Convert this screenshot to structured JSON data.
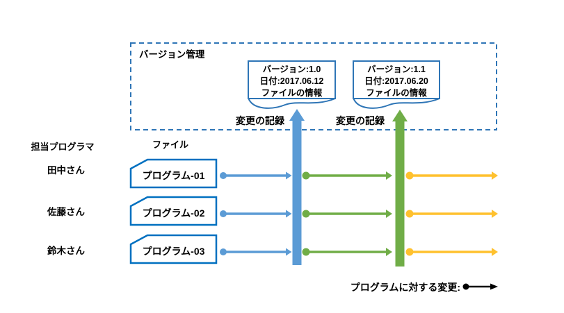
{
  "colors": {
    "blue": "#5B9BD5",
    "green": "#70AD47",
    "orange": "#FFC12E",
    "box_border": "#0070C0",
    "frame_border": "#2E75B6",
    "black": "#000000",
    "white": "#FFFFFF"
  },
  "frame": {
    "label": "バージョン管理"
  },
  "callouts": [
    {
      "version": "バージョン:1.0",
      "date": "日付:2017.06.12",
      "info": "ファイルの情報"
    },
    {
      "version": "バージョン:1.1",
      "date": "日付:2017.06.20",
      "info": "ファイルの情報"
    }
  ],
  "change_records": [
    {
      "label": "変更の記録"
    },
    {
      "label": "変更の記録"
    }
  ],
  "headers": {
    "programmer": "担当プログラマ",
    "file": "ファイル"
  },
  "rows": [
    {
      "programmer": "田中さん",
      "file": "プログラム-01"
    },
    {
      "programmer": "佐藤さん",
      "file": "プログラム-02"
    },
    {
      "programmer": "鈴木さん",
      "file": "プログラム-03"
    }
  ],
  "legend": {
    "label": "プログラムに対する変更:"
  }
}
